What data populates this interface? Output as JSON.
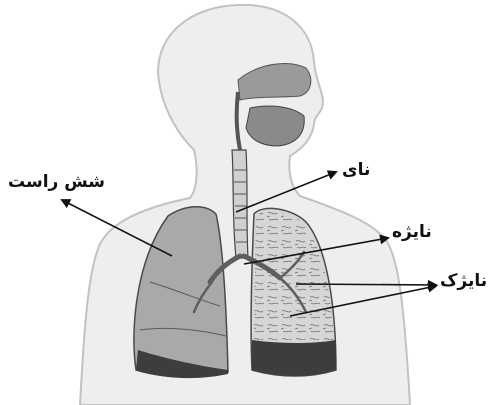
{
  "labels": {
    "right_lung": "شش راست",
    "trachea": "نای",
    "bronchus": "نایژه",
    "bronchiole": "نایژک"
  },
  "colors": {
    "body_fill": "#eeeeee",
    "body_outline": "#bdbdbd",
    "lung_fill": "#a9a9a9",
    "lung_dark": "#3d3d3d",
    "airway": "#5e5e5e",
    "arrow": "#111111"
  }
}
